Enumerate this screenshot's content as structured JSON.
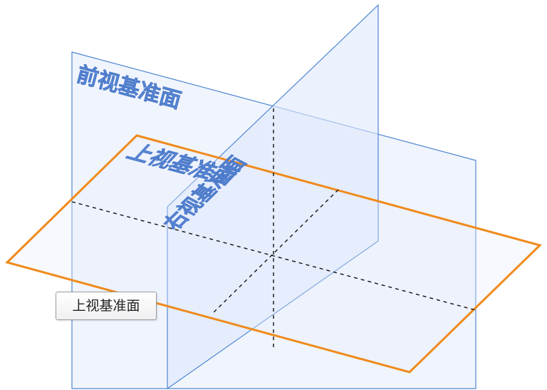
{
  "planes": {
    "front": {
      "label": "前视基准面"
    },
    "top": {
      "label": "上视基准面"
    },
    "right": {
      "label": "右视基准面"
    }
  },
  "tooltip": {
    "text": "上视基准面"
  },
  "colors": {
    "plane_fill": "#dfe9fb",
    "plane_edge": "#4f86d2",
    "selected_edge": "#f08a1c",
    "label": "#6e9be6",
    "hidden_line": "#111111"
  }
}
